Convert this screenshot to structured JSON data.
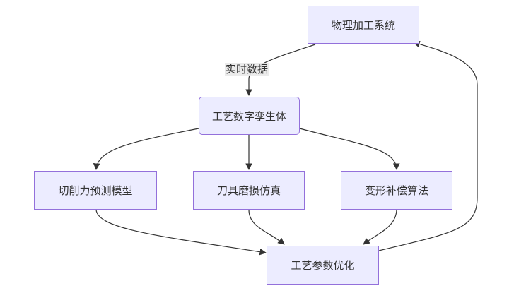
{
  "nodes": {
    "physical_system": "物理加工系统",
    "digital_twin": "工艺数字孪生体",
    "cutting_force": "切削力预测模型",
    "tool_wear": "刀具磨损仿真",
    "deformation": "变形补偿算法",
    "optimization": "工艺参数优化"
  },
  "edges": {
    "realtime_data": "实时数据"
  },
  "colors": {
    "node_fill": "#ECECFF",
    "node_border": "#9370DB",
    "edge": "#333333",
    "text": "#333333"
  }
}
